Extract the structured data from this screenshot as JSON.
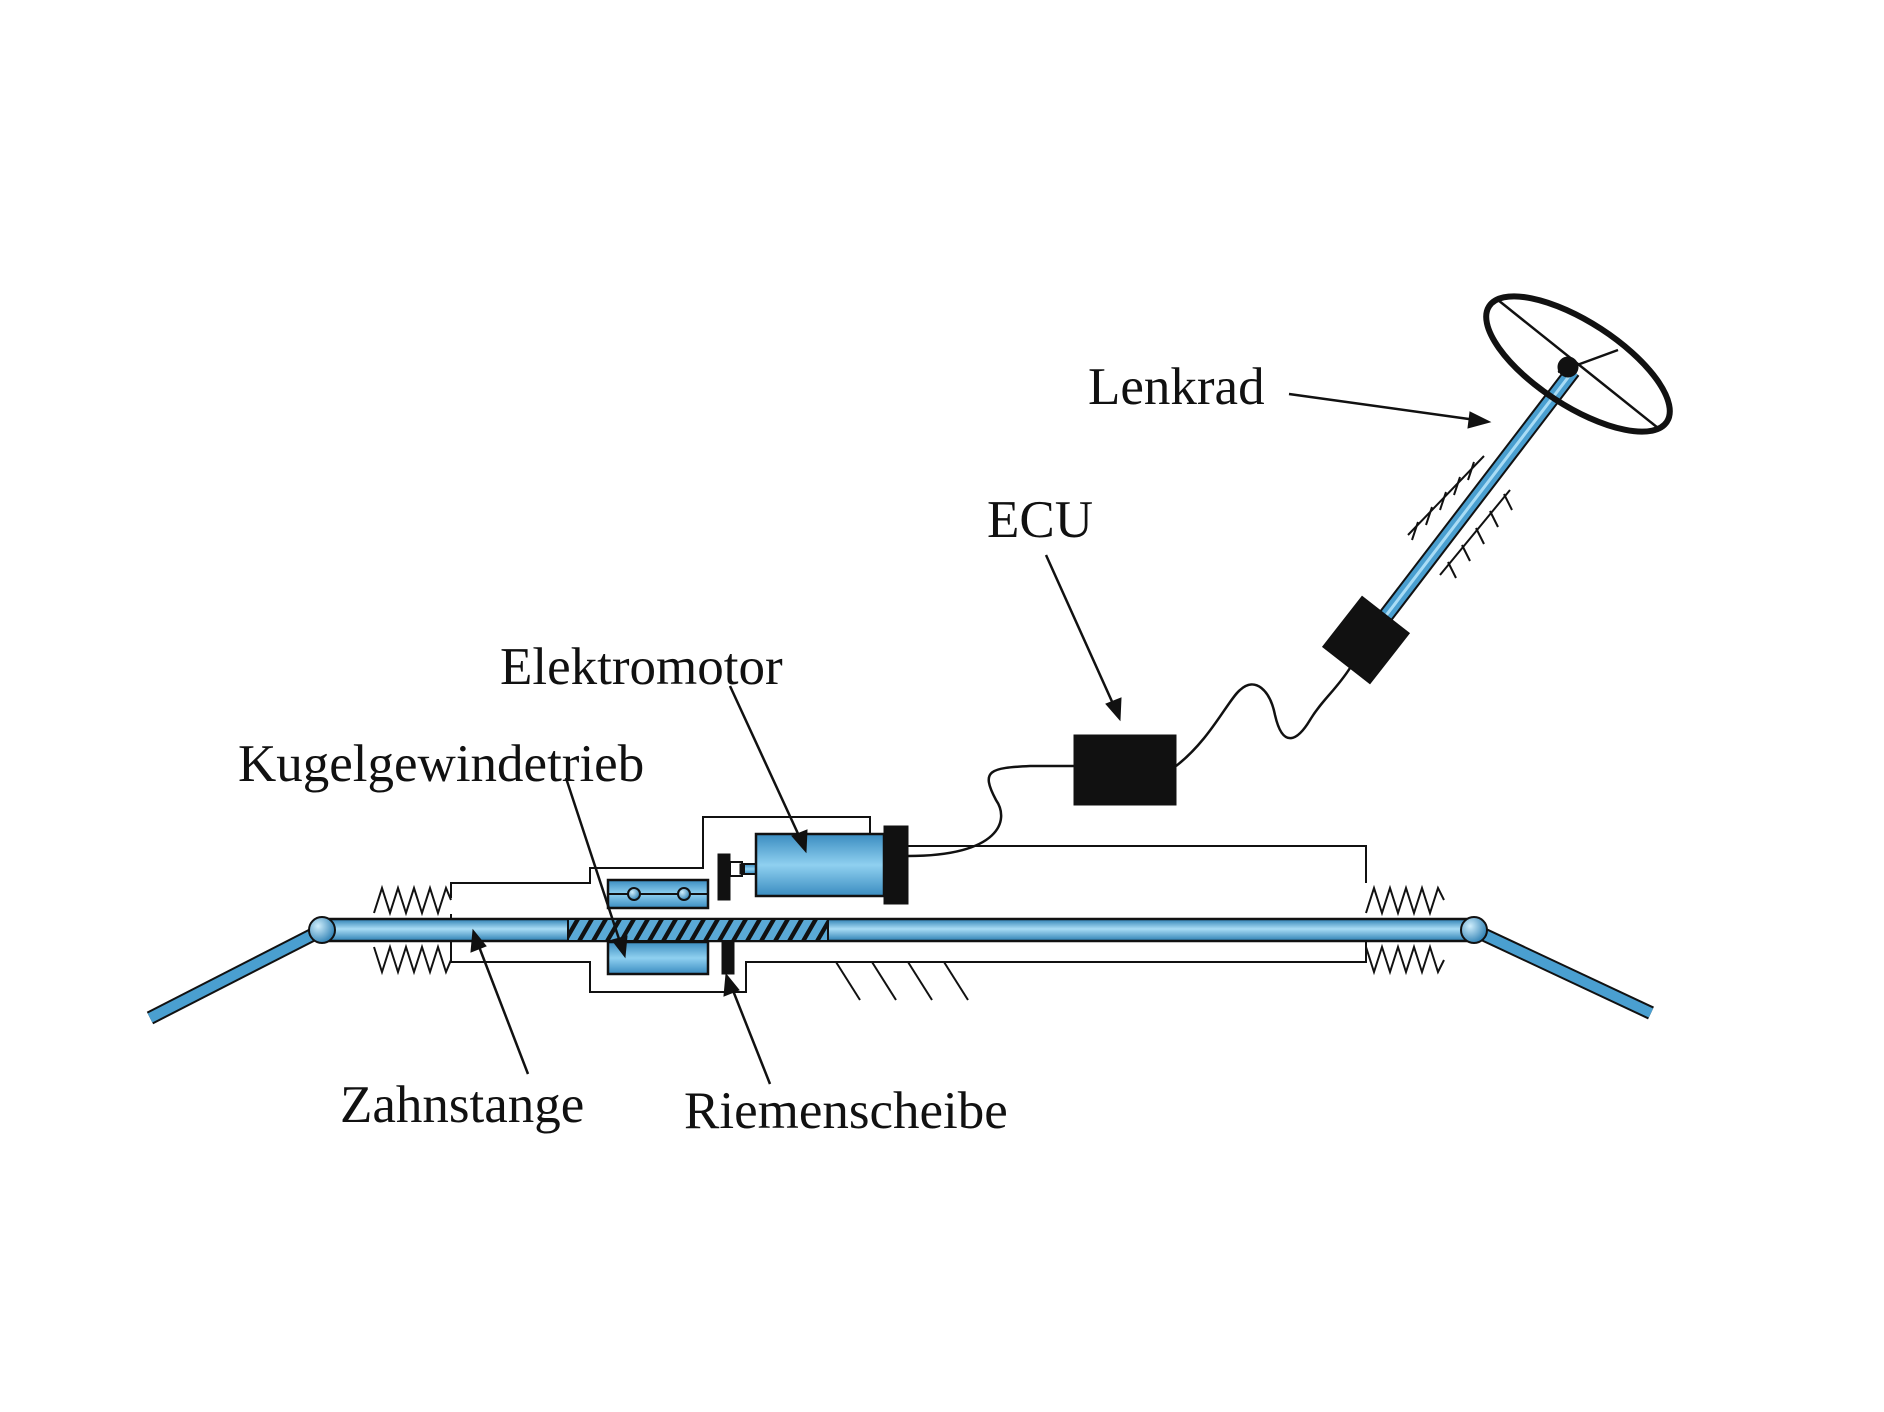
{
  "labels": {
    "steering_wheel": "Lenkrad",
    "ecu": "ECU",
    "electric_motor": "Elektromotor",
    "ball_screw": "Kugelgewindetrieb",
    "rack": "Zahnstange",
    "pulley": "Riemenscheibe"
  },
  "colors": {
    "component_fill": "#4a9fd0",
    "component_highlight": "#a9dcf5",
    "outline": "#111111",
    "background": "#ffffff"
  }
}
